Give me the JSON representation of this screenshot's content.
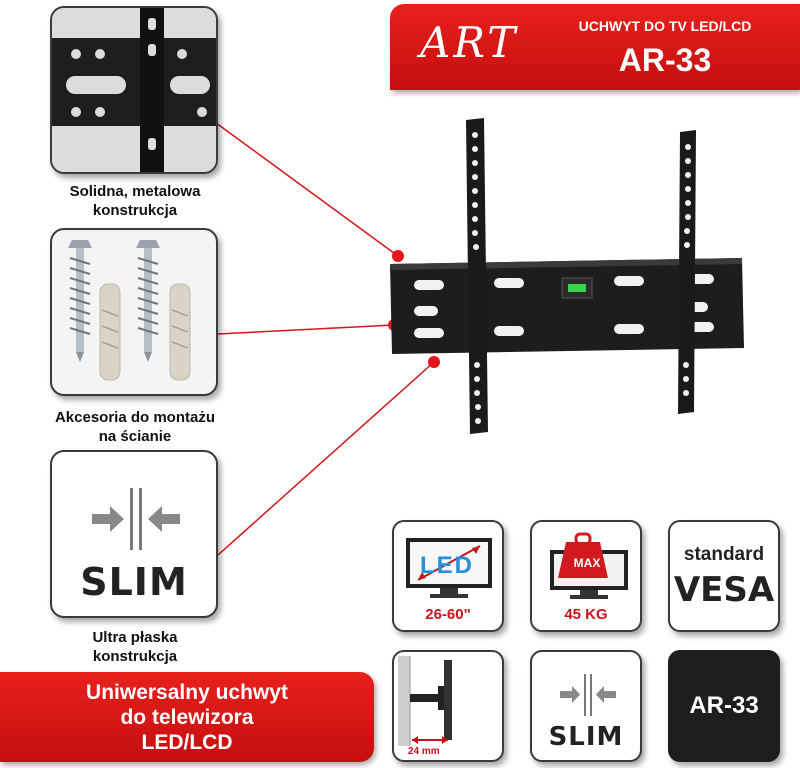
{
  "header": {
    "logo": "ART",
    "subtitle": "UCHWYT DO TV LED/LCD",
    "model": "AR-33"
  },
  "features": [
    {
      "caption_line1": "Solidna, metalowa",
      "caption_line2": "konstrukcja"
    },
    {
      "caption_line1": "Akcesoria do montażu",
      "caption_line2": "na ścianie"
    },
    {
      "caption_line1": "Ultra płaska",
      "caption_line2": "konstrukcja",
      "badge": "SLIM"
    }
  ],
  "tiles": {
    "size": {
      "screen_text": "LED",
      "label": "26-60\""
    },
    "weight": {
      "badge": "MAX",
      "label": "45 KG"
    },
    "vesa": {
      "line1": "standard",
      "line2": "VESA"
    },
    "depth": {
      "label": "24 mm"
    },
    "slim": {
      "label": "SLIM"
    },
    "model": {
      "label": "AR-33"
    }
  },
  "banner": {
    "line1": "Uniwersalny uchwyt",
    "line2": "do telewizora",
    "line3": "LED/LCD"
  },
  "colors": {
    "accent_red": "#d3141a",
    "dark": "#222222"
  }
}
